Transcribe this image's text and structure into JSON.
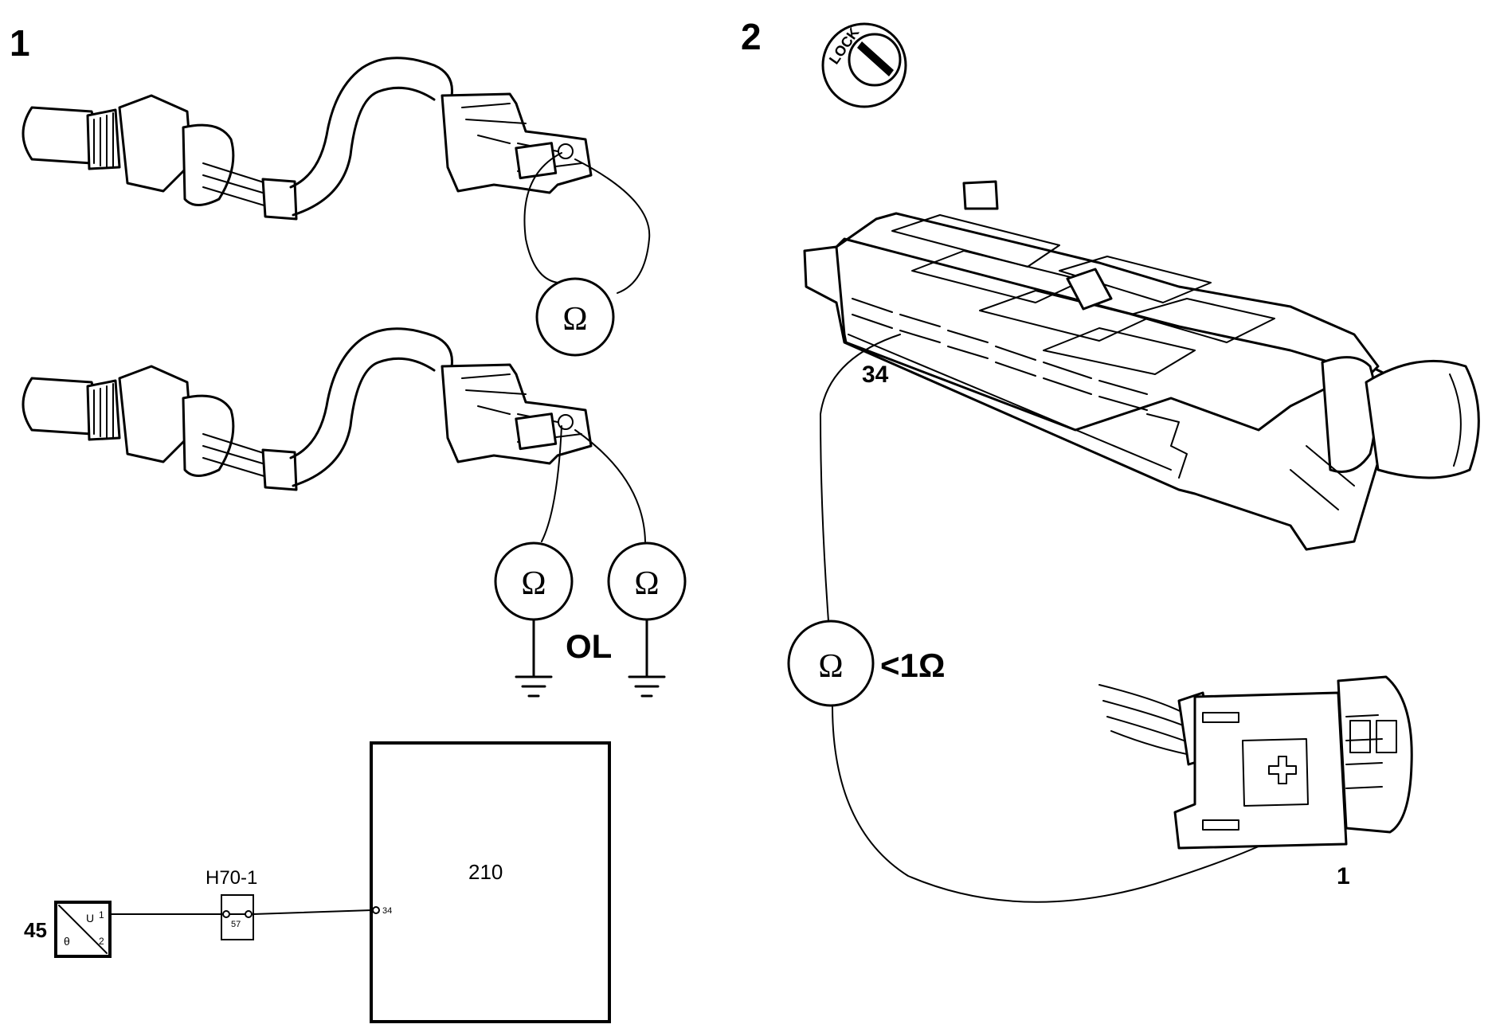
{
  "steps": {
    "step1": "1",
    "step2": "2"
  },
  "lock_icon": {
    "text": "LOCK",
    "icon": "lock-knob-icon"
  },
  "meters": {
    "symbol": "Ω",
    "open_loop": "OL",
    "less_than_one_ohm": "<1Ω"
  },
  "connector_pins": {
    "ecu_pin": "34",
    "harness_pin": "1"
  },
  "schematic": {
    "sensor_id": "45",
    "sensor_u": "U",
    "sensor_theta": "θ",
    "sensor_pin1": "1",
    "sensor_pin2": "2",
    "connector_id": "H70-1",
    "connector_pin": "57",
    "ecu_id": "210",
    "ecu_pin": "34"
  }
}
